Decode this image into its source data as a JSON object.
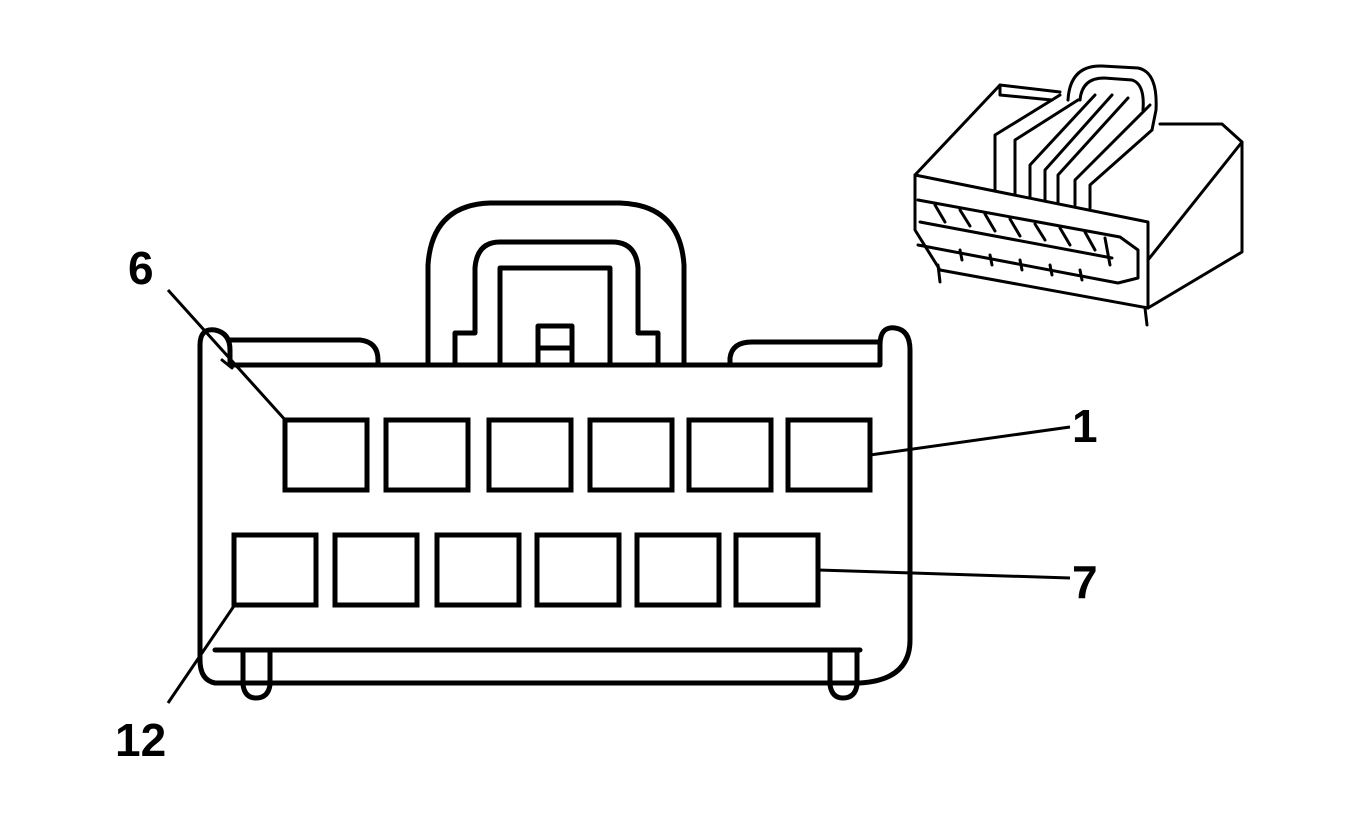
{
  "callouts": {
    "pin_6": "6",
    "pin_1": "1",
    "pin_7": "7",
    "pin_12": "12"
  },
  "style": {
    "line_color": "#000000",
    "background_color": "#ffffff"
  }
}
